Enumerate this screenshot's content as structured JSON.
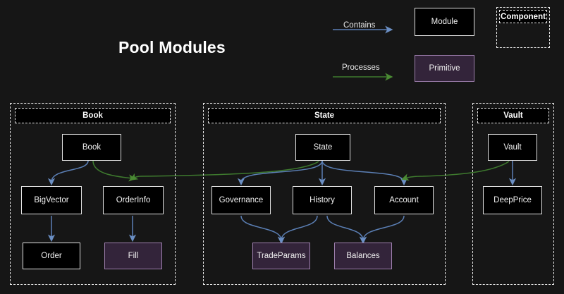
{
  "diagram": {
    "title": "Pool Modules",
    "background_color": "#161616",
    "type": "module-dependency-diagram"
  },
  "legend": {
    "edges": [
      {
        "name": "contains",
        "label": "Contains",
        "color": "#5b7fb5"
      },
      {
        "name": "processes",
        "label": "Processes",
        "color": "#3e7a2e"
      }
    ],
    "nodes": [
      {
        "name": "module",
        "label": "Module",
        "fill": "#000000",
        "stroke": "#e2e2e2"
      },
      {
        "name": "primitive",
        "label": "Primitive",
        "fill": "#33243a",
        "stroke": "#9e7fae"
      }
    ],
    "container": {
      "name": "component",
      "label": "Component",
      "stroke": "#e8e8e8"
    }
  },
  "groups": [
    {
      "id": "book",
      "label": "Book",
      "nodes": [
        {
          "id": "book-node",
          "label": "Book",
          "kind": "module"
        },
        {
          "id": "bigvector",
          "label": "BigVector",
          "kind": "module"
        },
        {
          "id": "orderinfo",
          "label": "OrderInfo",
          "kind": "module"
        },
        {
          "id": "order",
          "label": "Order",
          "kind": "module"
        },
        {
          "id": "fill",
          "label": "Fill",
          "kind": "primitive"
        }
      ]
    },
    {
      "id": "state",
      "label": "State",
      "nodes": [
        {
          "id": "state-node",
          "label": "State",
          "kind": "module"
        },
        {
          "id": "governance",
          "label": "Governance",
          "kind": "module"
        },
        {
          "id": "history",
          "label": "History",
          "kind": "module"
        },
        {
          "id": "account",
          "label": "Account",
          "kind": "module"
        },
        {
          "id": "tradeparams",
          "label": "TradeParams",
          "kind": "primitive"
        },
        {
          "id": "balances",
          "label": "Balances",
          "kind": "primitive"
        }
      ]
    },
    {
      "id": "vault",
      "label": "Vault",
      "nodes": [
        {
          "id": "vault-node",
          "label": "Vault",
          "kind": "module"
        },
        {
          "id": "deepprice",
          "label": "DeepPrice",
          "kind": "module"
        }
      ]
    }
  ],
  "edges": [
    {
      "from": "book-node",
      "to": "bigvector",
      "relation": "Contains"
    },
    {
      "from": "bigvector",
      "to": "order",
      "relation": "Contains"
    },
    {
      "from": "orderinfo",
      "to": "fill",
      "relation": "Contains"
    },
    {
      "from": "state-node",
      "to": "governance",
      "relation": "Contains"
    },
    {
      "from": "state-node",
      "to": "history",
      "relation": "Contains"
    },
    {
      "from": "state-node",
      "to": "account",
      "relation": "Contains"
    },
    {
      "from": "governance",
      "to": "tradeparams",
      "relation": "Contains"
    },
    {
      "from": "history",
      "to": "tradeparams",
      "relation": "Contains"
    },
    {
      "from": "history",
      "to": "balances",
      "relation": "Contains"
    },
    {
      "from": "account",
      "to": "balances",
      "relation": "Contains"
    },
    {
      "from": "vault-node",
      "to": "deepprice",
      "relation": "Contains"
    },
    {
      "from": "book-node",
      "to": "orderinfo",
      "relation": "Processes"
    },
    {
      "from": "state-node",
      "to": "orderinfo",
      "relation": "Processes"
    },
    {
      "from": "vault-node",
      "to": "account",
      "relation": "Processes"
    }
  ]
}
